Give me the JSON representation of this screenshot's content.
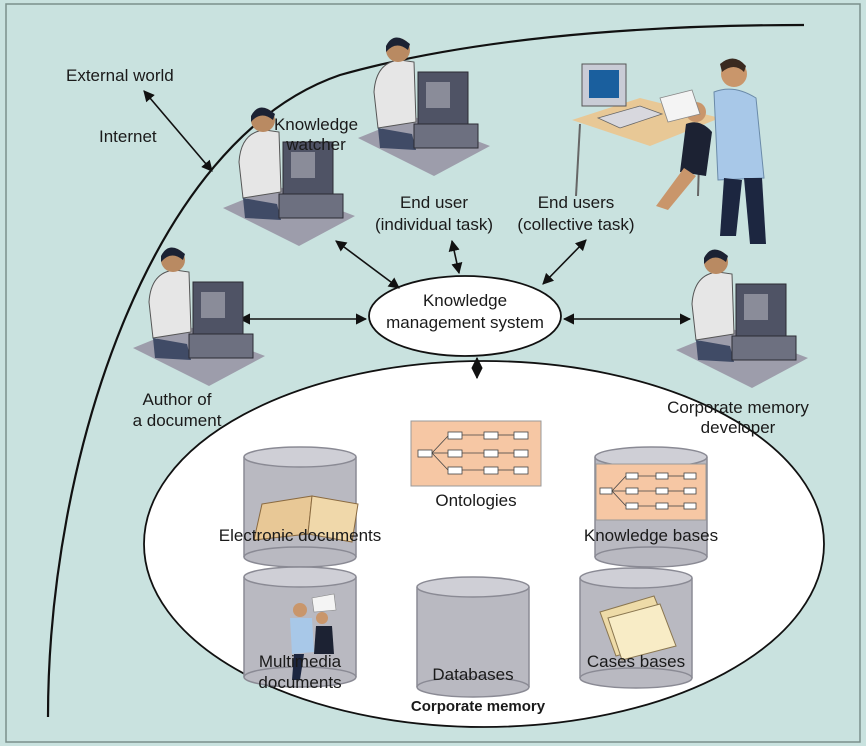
{
  "colors": {
    "background": "#c9e2df",
    "ellipse_fill": "#ffffff",
    "cylinder_fill": "#b9b9c1",
    "ontology_box": "#f6c7a4",
    "line": "#111111"
  },
  "labels": {
    "external_world": "External world",
    "internet": "Internet",
    "knowledge_watcher_1": "Knowledge",
    "knowledge_watcher_2": "watcher",
    "end_user_1": "End user",
    "end_user_2": "(individual task)",
    "end_users_1": "End users",
    "end_users_2": "(collective task)",
    "kms_1": "Knowledge",
    "kms_2": "management system",
    "author_1": "Author of",
    "author_2": "a document",
    "developer_1": "Corporate memory",
    "developer_2": "developer"
  },
  "corporate_memory": {
    "title": "Corporate memory",
    "items": {
      "electronic_documents": "Electronic documents",
      "ontologies": "Ontologies",
      "knowledge_bases": "Knowledge bases",
      "multimedia_1": "Multimedia",
      "multimedia_2": "documents",
      "databases": "Databases",
      "cases_bases": "Cases bases"
    }
  },
  "icons": [
    "person-at-computer-icon",
    "meeting-group-icon",
    "cylinder-icon",
    "open-book-icon",
    "folder-icon",
    "ontology-graph-icon"
  ]
}
